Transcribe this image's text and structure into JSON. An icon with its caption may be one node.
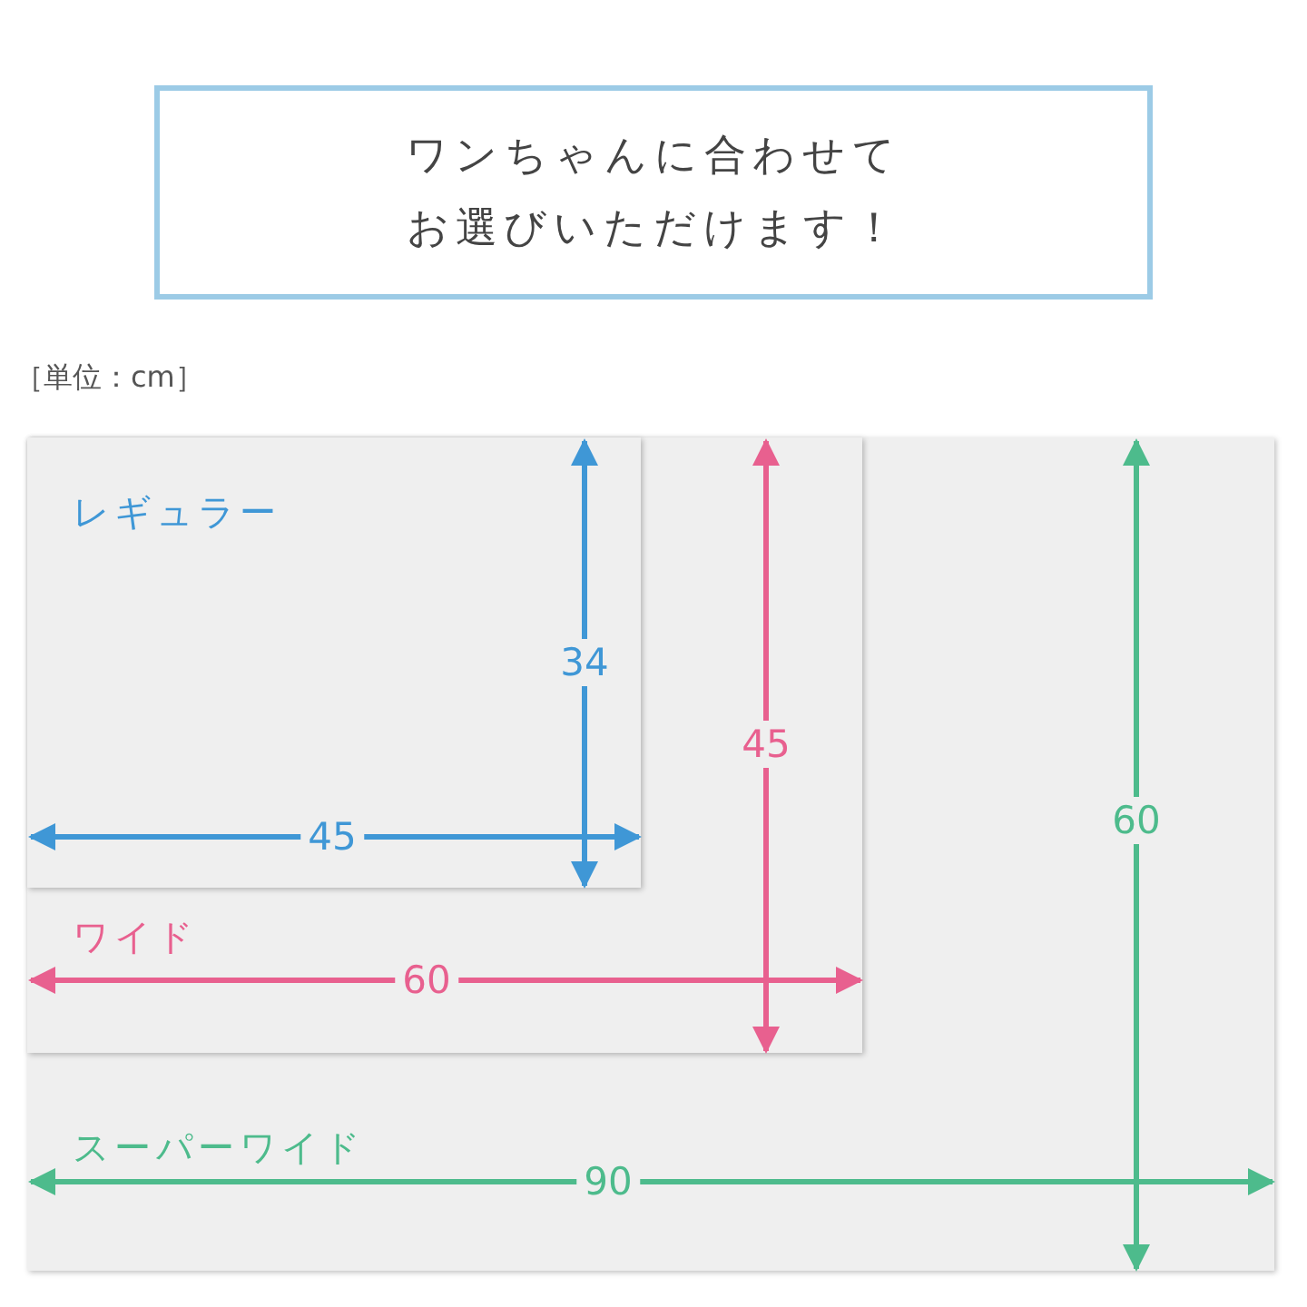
{
  "diagram": {
    "nodes": [
      {
        "text": [
          "ワンちゃんに合わせてお選びいただけます！"
        ]
      },
      {
        "text": [
          "スーパーワイド"
        ]
      },
      {
        "text": [
          "ワイド"
        ],
        "in": 1
      },
      {
        "text": [
          "レギュラー"
        ],
        "in": 2
      }
    ],
    "labels": [
      "［単位：cm］",
      "34",
      "45",
      "60",
      "45",
      "60",
      "90"
    ]
  }
}
